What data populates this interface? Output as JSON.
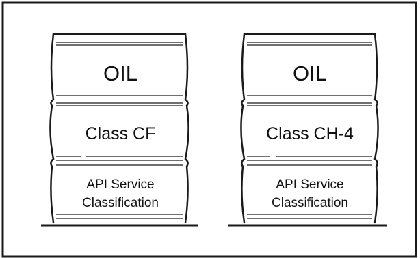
{
  "barrels": [
    {
      "top_label": "OIL",
      "class_label": "Class CF",
      "service_line1": "API Service",
      "service_line2": "Classification"
    },
    {
      "top_label": "OIL",
      "class_label": "Class CH-4",
      "service_line1": "API Service",
      "service_line2": "Classification"
    }
  ],
  "colors": {
    "stroke": "#1a1a1a",
    "frame": "#1a1a1a",
    "text": "#111111",
    "background": "#ffffff"
  }
}
